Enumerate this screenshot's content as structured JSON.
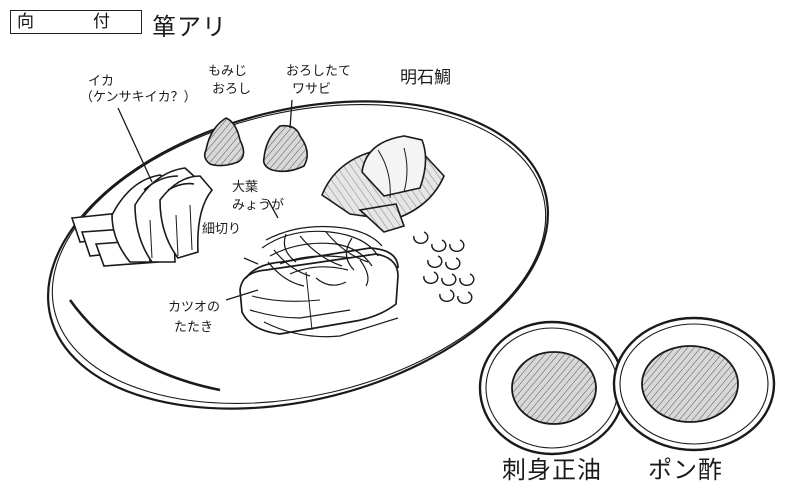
{
  "title": {
    "left": "向",
    "right": "付",
    "subtitle": "箪アリ"
  },
  "labels": {
    "ika": "イカ",
    "ika_detail": "（ケンサキイカ？）",
    "momiji_1": "もみじ",
    "momiji_2": "おろし",
    "wasabi_1": "おろしたて",
    "wasabi_2": "ワサビ",
    "tai": "明石鯛",
    "ooba_1": "大葉",
    "ooba_2": "みょうが",
    "ooba_3": "細切り",
    "katsuo_1": "カツオの",
    "katsuo_2": "たたき"
  },
  "dishes": {
    "left": "刺身正油",
    "right": "ポン酢"
  },
  "colors": {
    "ink": "#1a1a1a",
    "paper": "#ffffff",
    "sauce_fill": "#cfcfcf"
  }
}
